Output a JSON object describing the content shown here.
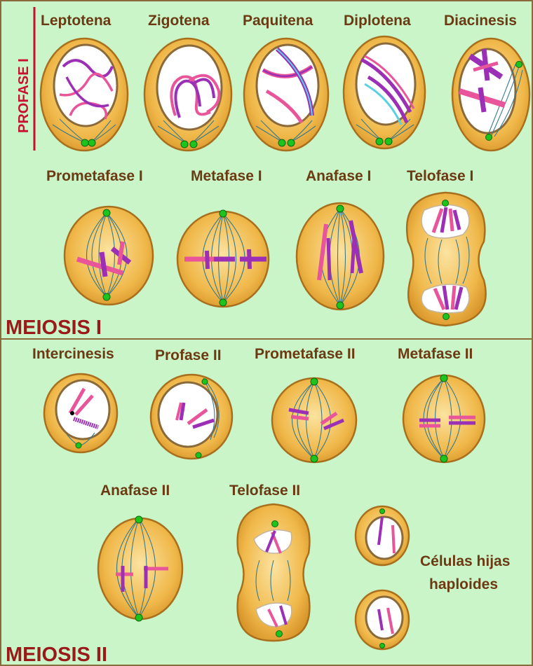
{
  "sections": {
    "profase_label": "PROFASE I",
    "meiosis1_label": "MEIOSIS I",
    "meiosis2_label": "MEIOSIS II"
  },
  "stages_row1": [
    "Leptotena",
    "Zigotena",
    "Paquitena",
    "Diplotena",
    "Diacinesis"
  ],
  "stages_row2": [
    "Prometafase I",
    "Metafase I",
    "Anafase I",
    "Telofase I"
  ],
  "stages_row3": [
    "Intercinesis",
    "Profase II",
    "Prometafase II",
    "Metafase II"
  ],
  "stages_row4": [
    "Anafase II",
    "Telofase II"
  ],
  "daughter_cells": {
    "line1": "Células hijas",
    "line2": "haploides"
  },
  "colors": {
    "background": "#c9f5c9",
    "cytoplasm": "#f0b84a",
    "membrane": "#a8701c",
    "chromosome_pink": "#e8559a",
    "chromosome_purple": "#9b2fb5",
    "centrosome": "#1ec41e",
    "spindle": "#3a7a8a",
    "label": "#6b3a12",
    "section_title": "#9a1a1a",
    "profase_line": "#c8102e"
  }
}
